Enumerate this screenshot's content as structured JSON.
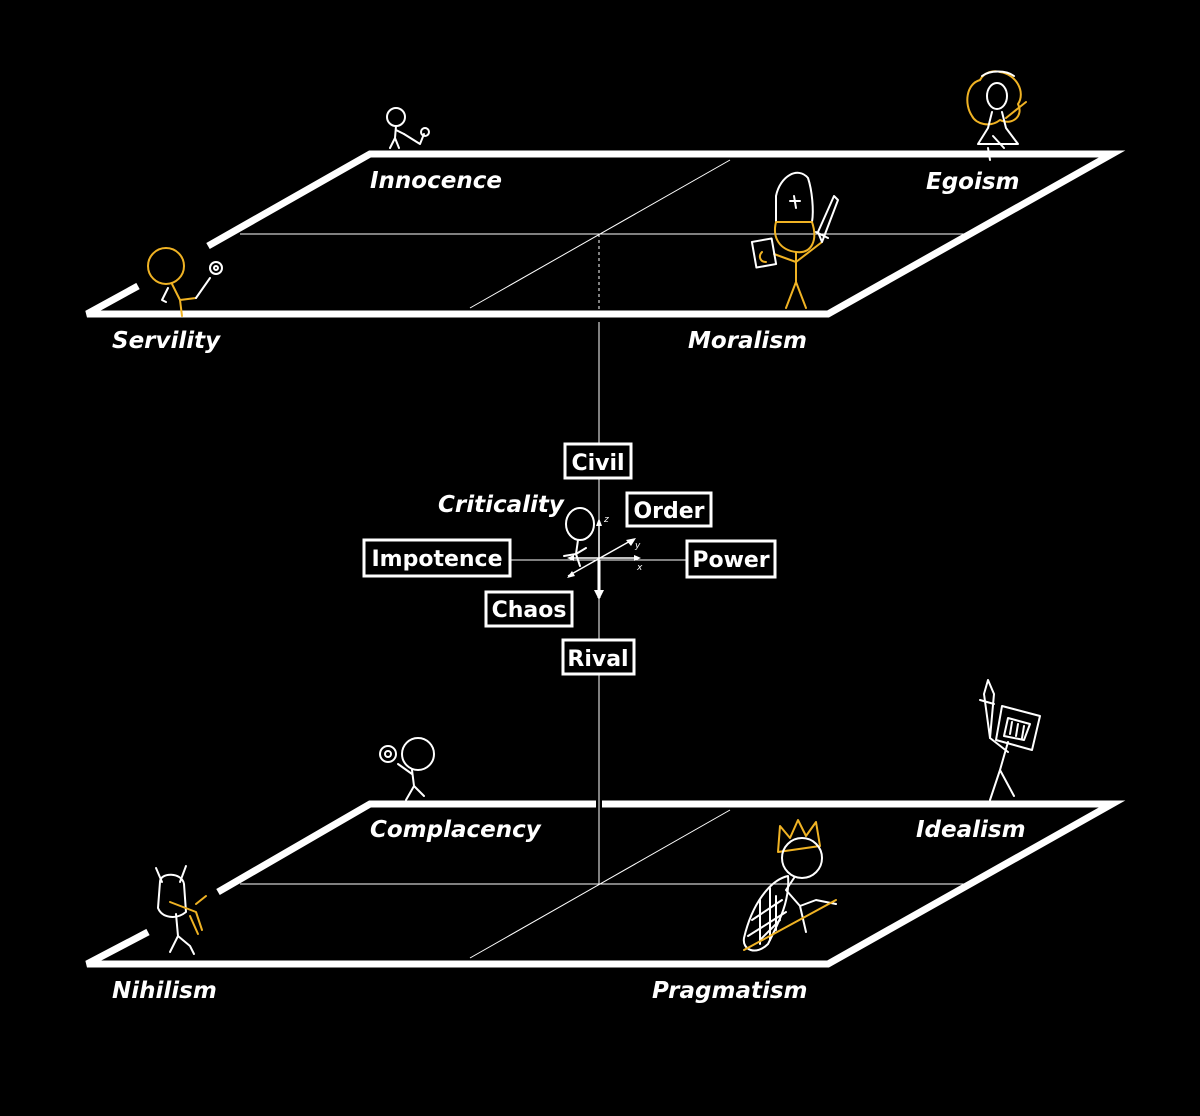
{
  "upper_plane": {
    "corners": {
      "back_left": "Innocence",
      "back_right": "Egoism",
      "front_left": "Servility",
      "front_right": "Moralism"
    }
  },
  "lower_plane": {
    "corners": {
      "back_left": "Complacency",
      "back_right": "Idealism",
      "front_left": "Nihilism",
      "front_right": "Pragmatism"
    }
  },
  "axes": {
    "z_positive": "Civil",
    "z_negative": "Rival",
    "x_positive": "Power",
    "x_negative": "Impotence",
    "y_positive": "Order",
    "y_negative": "Chaos",
    "origin_label": "Criticality",
    "x_tag": "x",
    "y_tag": "y",
    "z_tag": "z"
  },
  "colors": {
    "background": "#000000",
    "line": "#ffffff",
    "accent": "#f0b324"
  },
  "figures": [
    "child-with-flower-icon",
    "woman-with-wand-icon",
    "bishop-with-sword-icon",
    "kneeling-figure-with-flower-icon",
    "figure-holding-flower-icon",
    "knight-with-sword-icon",
    "viking-warrior-icon",
    "king-with-net-icon",
    "thinker-figure-icon"
  ]
}
